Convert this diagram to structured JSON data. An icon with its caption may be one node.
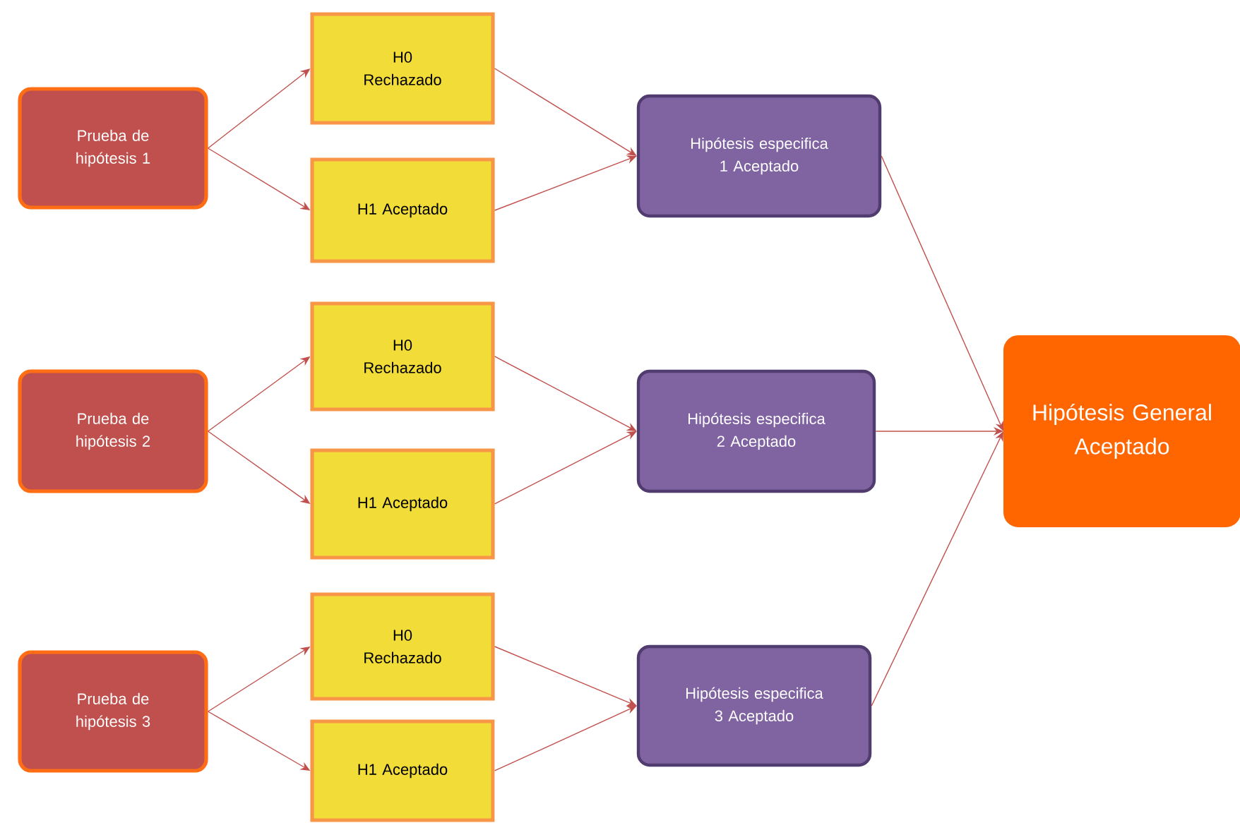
{
  "diagram": {
    "nodes": [
      {
        "text": [
          "Prueba de hipótesis 1"
        ]
      },
      {
        "text": [
          "H0 Rechazado"
        ]
      },
      {
        "text": [
          "H1 Aceptado"
        ]
      },
      {
        "text": [
          "Prueba de hipótesis 2"
        ]
      },
      {
        "text": [
          "H0 Rechazado"
        ]
      },
      {
        "text": [
          "H1 Aceptado"
        ]
      },
      {
        "text": [
          "Prueba de hipótesis 3"
        ]
      },
      {
        "text": [
          "H0 Rechazado"
        ]
      },
      {
        "text": [
          "H1 Aceptado"
        ]
      },
      {
        "text": [
          "Hipótesis especifica 1 Aceptado"
        ]
      },
      {
        "text": [
          "Hipótesis especifica 2 Aceptado"
        ]
      },
      {
        "text": [
          "Hipótesis especifica 3 Aceptado"
        ]
      },
      {
        "text": [
          "Hipótesis General Aceptado"
        ]
      }
    ],
    "edges": [
      {
        "from": 0,
        "to": 1,
        "arrow": "to"
      },
      {
        "from": 0,
        "to": 2,
        "arrow": "to"
      },
      {
        "from": 1,
        "to": 9,
        "arrow": "to"
      },
      {
        "from": 2,
        "to": 9,
        "arrow": "to"
      },
      {
        "from": 3,
        "to": 4,
        "arrow": "to"
      },
      {
        "from": 3,
        "to": 5,
        "arrow": "to"
      },
      {
        "from": 4,
        "to": 10,
        "arrow": "to"
      },
      {
        "from": 5,
        "to": 10,
        "arrow": "to"
      },
      {
        "from": 6,
        "to": 7,
        "arrow": "to"
      },
      {
        "from": 6,
        "to": 8,
        "arrow": "to"
      },
      {
        "from": 7,
        "to": 11,
        "arrow": "to"
      },
      {
        "from": 8,
        "to": 11,
        "arrow": "to"
      },
      {
        "from": 9,
        "to": 12,
        "arrow": "to"
      },
      {
        "from": 10,
        "to": 12,
        "arrow": "to"
      },
      {
        "from": 11,
        "to": 12,
        "arrow": "to"
      }
    ]
  }
}
